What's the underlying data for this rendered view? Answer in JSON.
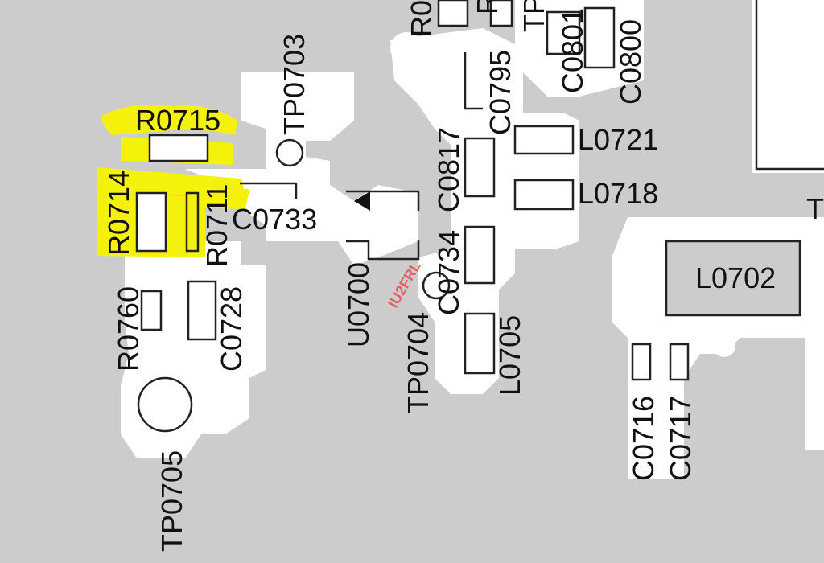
{
  "colors": {
    "board": "#cccccd",
    "copper": "#ffffff",
    "outline": "#222222",
    "highlight": "#f4f20a",
    "watermark": "#ee3333"
  },
  "labels": {
    "r0715": "R0715",
    "r0714": "R0714",
    "r0711": "R0711",
    "c0733": "C0733",
    "tp0703": "TP0703",
    "r0760": "R0760",
    "c0728": "C0728",
    "tp0705": "TP0705",
    "u0700": "U0700",
    "tp0704": "TP0704",
    "c0734": "C0734",
    "c0817": "C0817",
    "c0795": "C0795",
    "l0705": "L0705",
    "l0721": "L0721",
    "l0718": "L0718",
    "c0801": "C0801",
    "c0800": "C0800",
    "l0702": "L0702",
    "c0716": "C0716",
    "c0717": "C0717",
    "r_top": "R0",
    "r_top2": "R",
    "tp_top": "TP",
    "t_right": "T"
  },
  "watermark": "IU2FRL"
}
